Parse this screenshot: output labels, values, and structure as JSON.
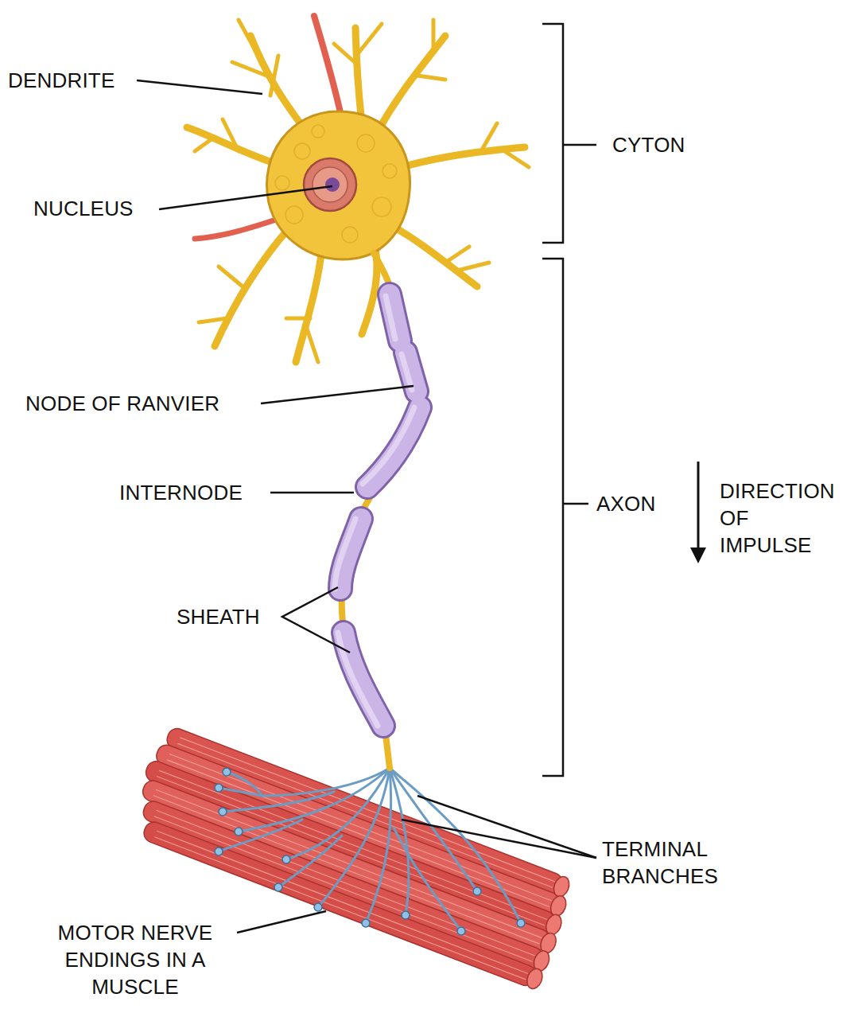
{
  "diagram": {
    "labels": [
      "DENDRITE",
      "NUCLEUS",
      "NODE OF RANVIER",
      "INTERNODE",
      "SHEATH",
      "CYTON",
      "AXON",
      "DIRECTION OF IMPULSE",
      "TERMINAL BRANCHES",
      "MOTOR NERVE ENDINGS IN A MUSCLE"
    ]
  }
}
